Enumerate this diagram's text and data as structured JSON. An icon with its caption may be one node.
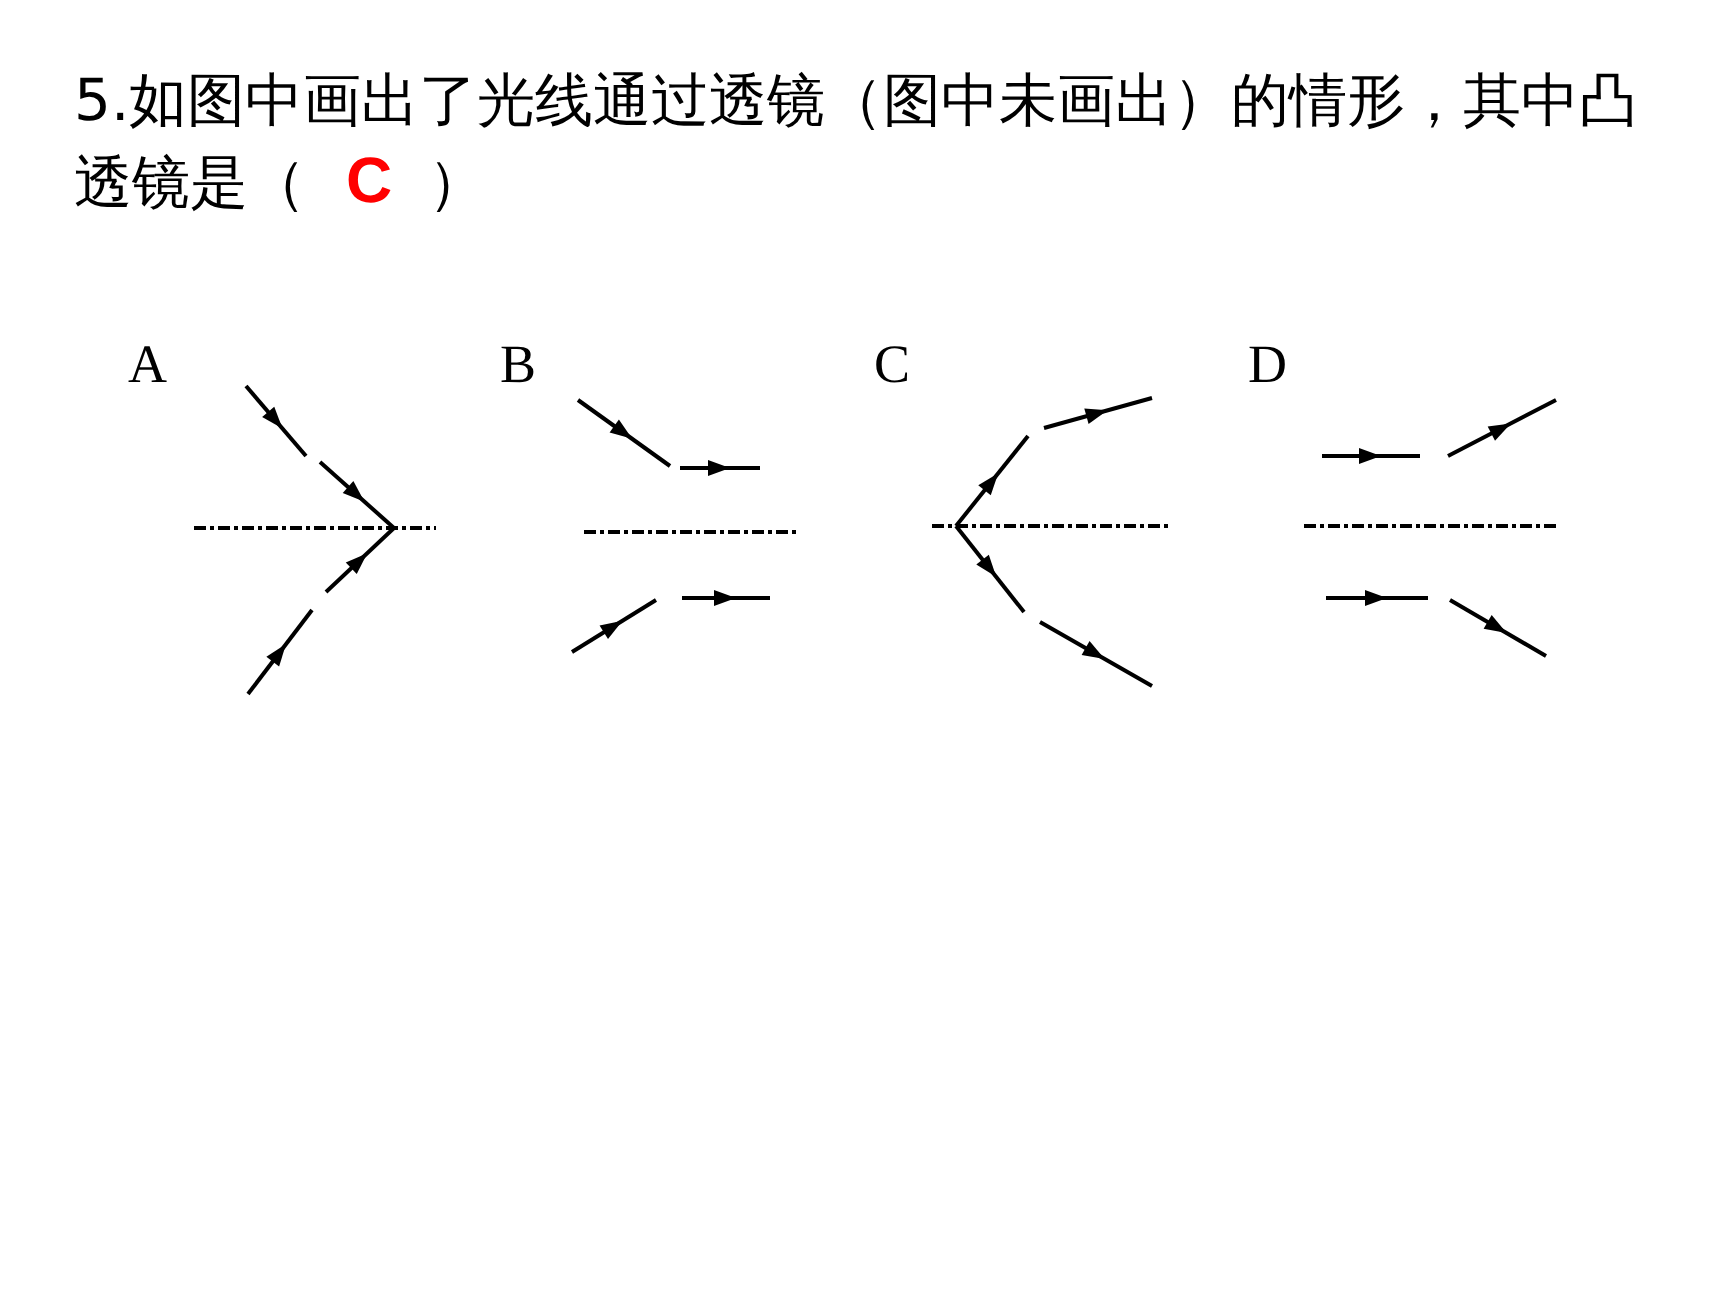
{
  "diagram": {
    "labels": [
      "5.如图中画出了光线通过透镜（图中未画出）的情形，其中凸透镜是（",
      "C",
      "）",
      "A",
      "B",
      "C",
      "D"
    ]
  }
}
